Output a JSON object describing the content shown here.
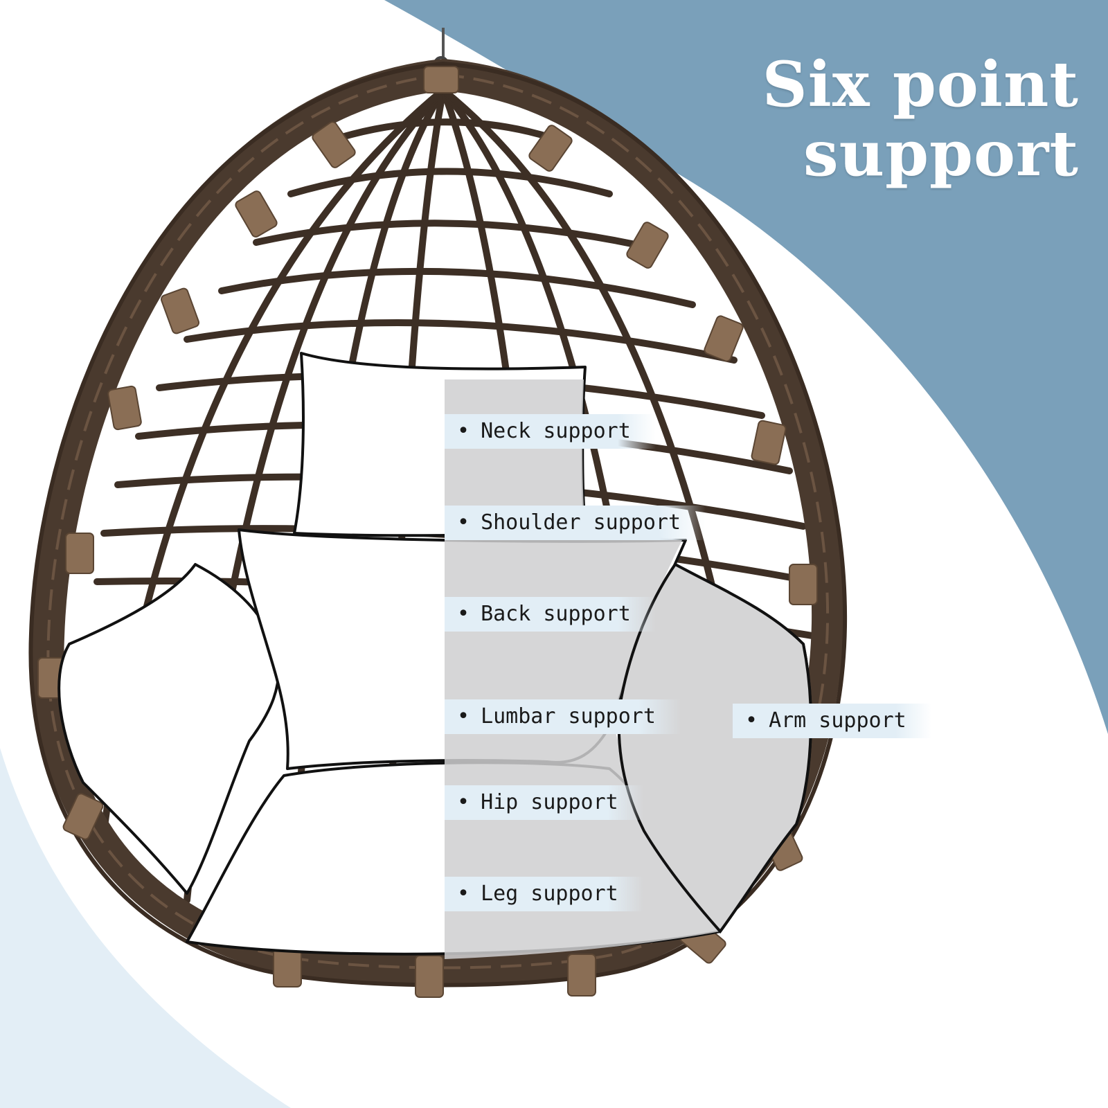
{
  "heading": {
    "line1": "Six point",
    "line2": "support"
  },
  "labels": [
    {
      "text": "Neck support"
    },
    {
      "text": "Shoulder support"
    },
    {
      "text": "Back support"
    },
    {
      "text": "Lumbar support"
    },
    {
      "text": "Arm support"
    },
    {
      "text": "Hip support"
    },
    {
      "text": "Leg support"
    }
  ],
  "bullet": "•",
  "colors": {
    "accent_blue": "#7aa0ba",
    "pale_blue": "#e3eef6",
    "rattan_brown": "#4a3a2e",
    "cushion_white": "#ffffff",
    "cushion_gray": "#d5d5d6"
  }
}
